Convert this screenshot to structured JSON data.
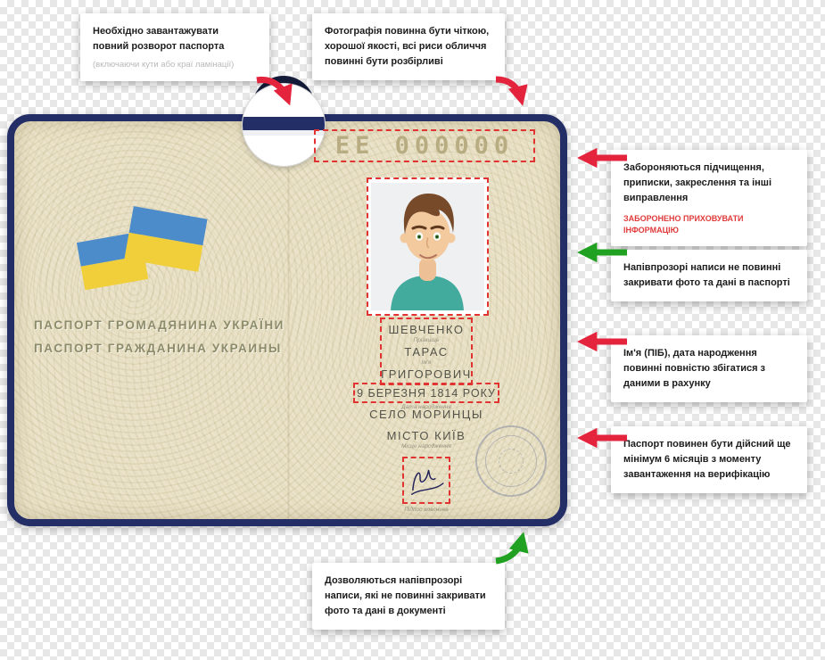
{
  "callouts": {
    "top_left": {
      "title": "Необхідно завантажувати повний розворот паспорта",
      "subtitle": "(включаючи кути або краї ламінації)"
    },
    "top_center": {
      "title": "Фотографія повинна бути чіткою, хорошої якості, всі риси обличчя повинні бути розбірливі"
    },
    "right_boxes": [
      {
        "title": "Забороняються підчищення, приписки, закреслення та інші виправлення",
        "warning": "ЗАБОРОНЕНО ПРИХОВУВАТИ ІНФОРМАЦІЮ"
      },
      {
        "title": "Напівпрозорі написи не повинні закривати фото та дані в паспорті"
      },
      {
        "title": "Ім'я (ПІБ), дата народження повинні повністю збігатися з даними в рахунку"
      },
      {
        "title": "Паспорт повинен бути дійсний ще мінімум 6 місяців з моменту завантаження на верифікацію"
      }
    ],
    "bottom": {
      "title": "Дозволяються напівпрозорі написи, які не повинні закривати фото та дані в документі"
    }
  },
  "passport": {
    "number": "ЕЕ 000000",
    "title_uk": "ПАСПОРТ ГРОМАДЯНИНА УКРАЇНИ",
    "title_ru": "ПАСПОРТ ГРАЖДАНИНА УКРАИНЫ",
    "surname": "ШЕВЧЕНКО",
    "given_name": "ТАРАС",
    "patronymic": "ГРИГОРОВИЧ",
    "birth_date": "9 БЕРЕЗНЯ 1814 РОКУ",
    "birth_place_line1": "СЕЛО МОРИНЦЫ",
    "birth_place_line2": "МІСТО КИЇВ",
    "field_labels": {
      "surname": "Прізвище",
      "given_name": "Ім'я",
      "patronymic": "По батькові",
      "birth_date": "Дата народження",
      "birth_place": "Місце народження",
      "signature": "Підпис власника"
    }
  },
  "colors": {
    "accent_red": "#e4243c",
    "accent_green": "#21a121",
    "passport_cover_navy": "#232d66",
    "flag_blue": "#4d8ccb",
    "flag_yellow": "#f1cf3a",
    "page_beige": "#ebe3c9"
  }
}
